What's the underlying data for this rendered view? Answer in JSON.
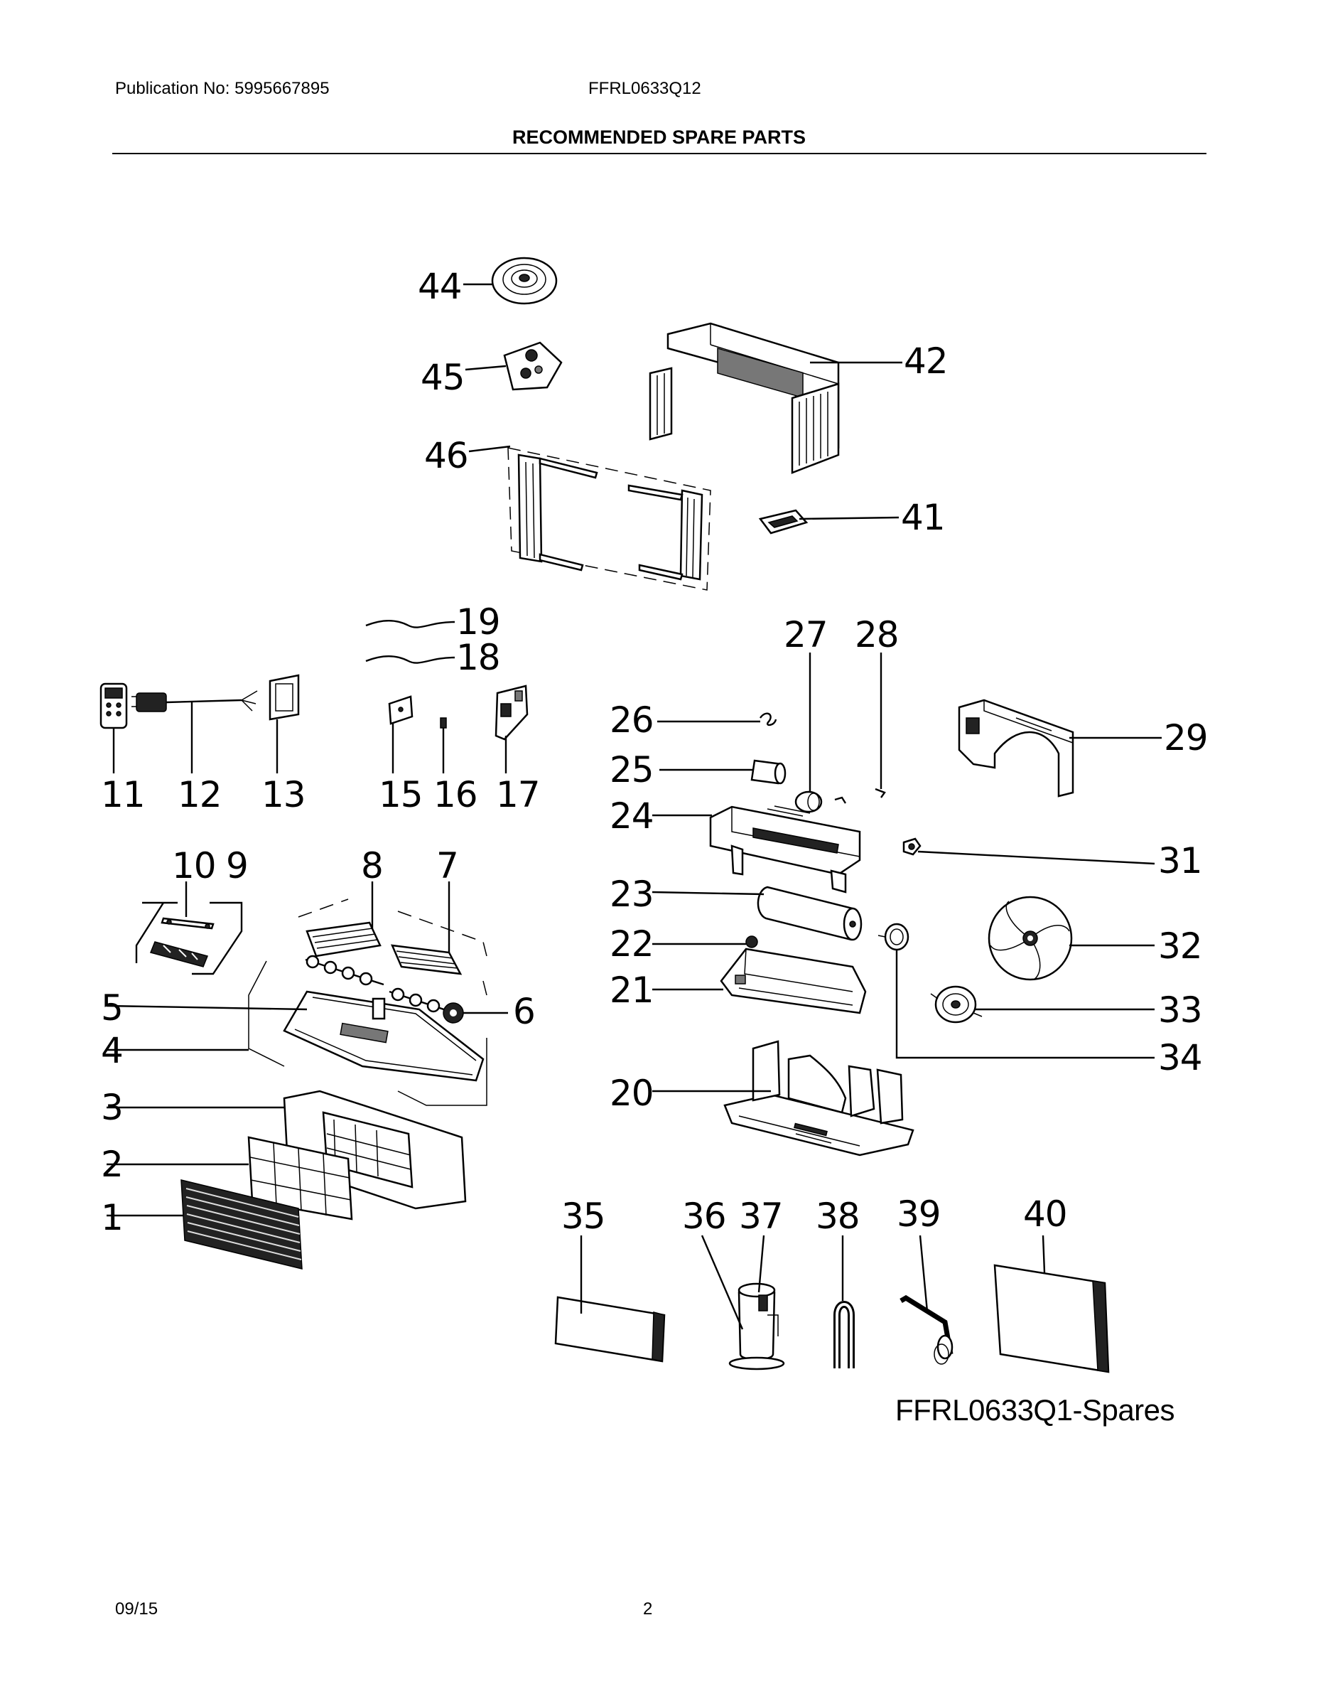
{
  "header": {
    "publication": "Publication No: 5995667895",
    "model": "FFRL0633Q12",
    "title": "RECOMMENDED SPARE PARTS"
  },
  "diagram": {
    "caption": "FFRL0633Q1-Spares",
    "part_numbers": {
      "p1": "1",
      "p2": "2",
      "p3": "3",
      "p4": "4",
      "p5": "5",
      "p6": "6",
      "p7": "7",
      "p8": "8",
      "p9": "9",
      "p10": "10",
      "p11": "11",
      "p12": "12",
      "p13": "13",
      "p15": "15",
      "p16": "16",
      "p17": "17",
      "p18": "18",
      "p19": "19",
      "p20": "20",
      "p21": "21",
      "p22": "22",
      "p23": "23",
      "p24": "24",
      "p25": "25",
      "p26": "26",
      "p27": "27",
      "p28": "28",
      "p29": "29",
      "p31": "31",
      "p32": "32",
      "p33": "33",
      "p34": "34",
      "p35": "35",
      "p36": "36",
      "p37": "37",
      "p38": "38",
      "p39": "39",
      "p40": "40",
      "p41": "41",
      "p42": "42",
      "p44": "44",
      "p45": "45",
      "p46": "46"
    }
  },
  "footer": {
    "date": "09/15",
    "page": "2"
  }
}
